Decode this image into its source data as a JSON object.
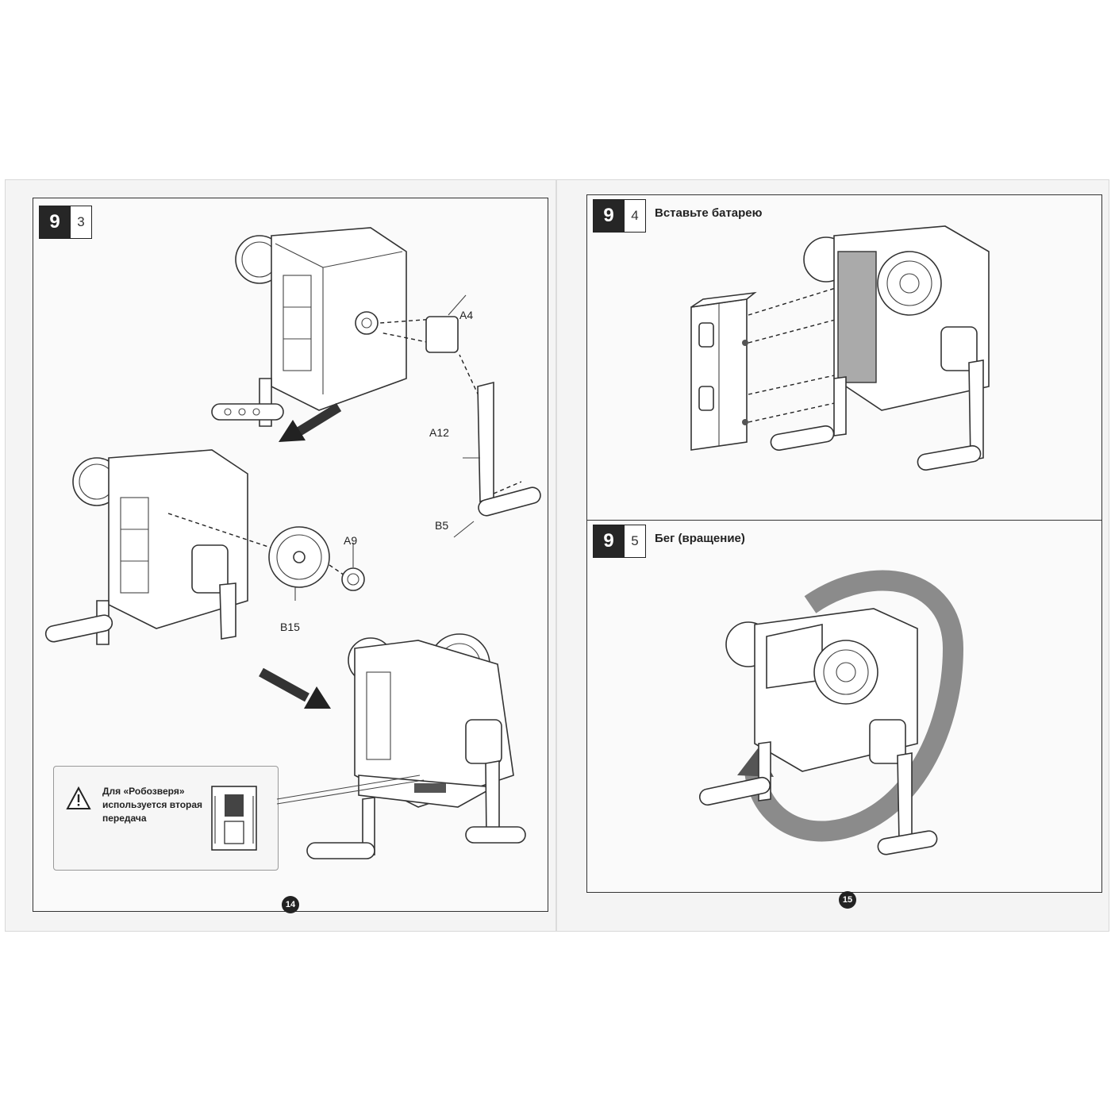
{
  "left_page": {
    "step": {
      "major": "9",
      "minor": "3"
    },
    "part_labels": {
      "a4": "A4",
      "a12": "A12",
      "b5": "B5",
      "a9": "A9",
      "b15": "B15"
    },
    "note": {
      "text": "Для «Робозверя» используется вторая передача"
    },
    "page_number": "14"
  },
  "right_page": {
    "step_4": {
      "major": "9",
      "minor": "4",
      "title": "Вставьте батарею"
    },
    "step_5": {
      "major": "9",
      "minor": "5",
      "title": "Бег (вращение)"
    },
    "page_number": "15"
  }
}
